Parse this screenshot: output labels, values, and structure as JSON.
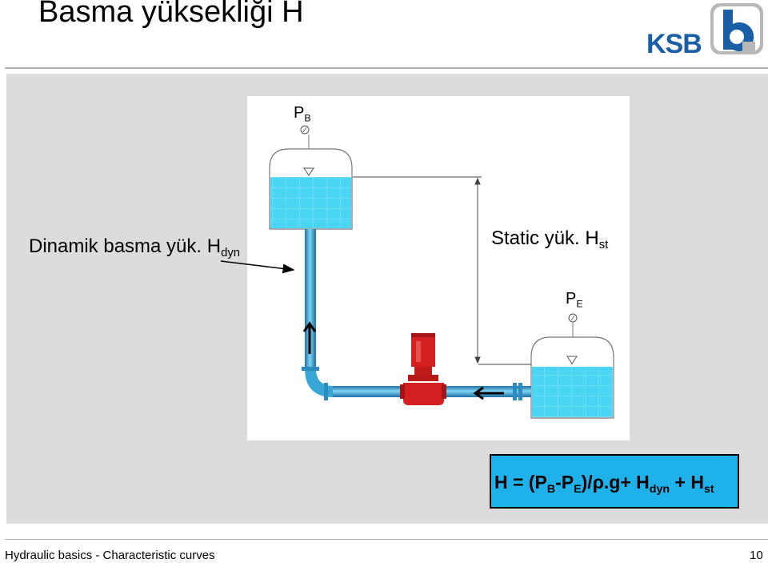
{
  "header": {
    "title": "Basma yüksekliği H"
  },
  "logo": {
    "text": "KSB",
    "brand_color": "#1a5fa5"
  },
  "labels": {
    "dynamic_head": {
      "text": "Dinamik basma yük. H",
      "sub": "dyn"
    },
    "static_head": {
      "text": "Static yük. H",
      "sub": "st"
    },
    "pressure_top": {
      "text": "P",
      "sub": "B"
    },
    "pressure_bottom": {
      "text": "P",
      "sub": "E"
    }
  },
  "formula": {
    "p1": "H = (P",
    "s1": "B",
    "p2": "-P",
    "s2": "E",
    "p3": ")/ρ.g+  H",
    "s3": "dyn",
    "p4": " + H",
    "s4": "st",
    "background": "#1fb2ea"
  },
  "footer": {
    "text": "Hydraulic basics - Characteristic curves",
    "page": "10"
  },
  "colors": {
    "water": "#4fd6f2",
    "pipe": "#3a9fd0",
    "pump": "#d42020"
  }
}
